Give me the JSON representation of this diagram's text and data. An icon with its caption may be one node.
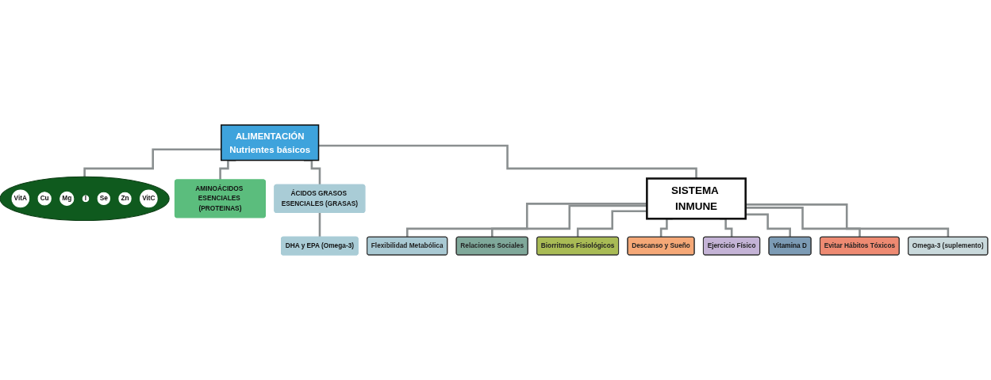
{
  "diagram": {
    "nodes": [
      {
        "text": [
          "ALIMENTACIÓN",
          "Nutrientes básicos"
        ]
      },
      {
        "text": [
          "AMINOÁCIDOS ESENCIALES (PROTEINAS)"
        ]
      },
      {
        "text": [
          "ÁCIDOS GRASOS ESENCIALES (GRASAS)"
        ]
      },
      {
        "text": [
          "DHA y EPA (Omega-3)"
        ]
      },
      {
        "text": [],
        "shape": "circle"
      },
      {
        "text": [
          "VitA"
        ],
        "in": 4
      },
      {
        "text": [
          "Cu"
        ],
        "in": 4
      },
      {
        "text": [
          "Mg"
        ],
        "in": 4
      },
      {
        "text": [
          "I"
        ],
        "in": 4
      },
      {
        "text": [
          "Se"
        ],
        "in": 4
      },
      {
        "text": [
          "Zn"
        ],
        "in": 4
      },
      {
        "text": [
          "VitC"
        ],
        "in": 4
      },
      {
        "text": [
          "SISTEMA INMUNE"
        ]
      },
      {
        "text": [
          "Flexibilidad Metabólica"
        ]
      },
      {
        "text": [
          "Relaciones Sociales"
        ]
      },
      {
        "text": [
          "Biorritmos Fisiológicos"
        ]
      },
      {
        "text": [
          "Descanso y Sueño"
        ]
      },
      {
        "text": [
          "Ejercicio Físico"
        ]
      },
      {
        "text": [
          "Vitamina D"
        ]
      },
      {
        "text": [
          "Evitar Hábitos Tóxicos"
        ]
      },
      {
        "text": [
          "Omega-3 (suplemento)"
        ]
      }
    ],
    "edges": [
      {
        "from": 0,
        "to": 1,
        "arrow": "none"
      },
      {
        "from": 0,
        "to": 2,
        "arrow": "none"
      },
      {
        "from": 2,
        "to": 3,
        "arrow": "none"
      },
      {
        "from": 0,
        "to": 4,
        "arrow": "none"
      },
      {
        "from": 0,
        "to": 12,
        "arrow": "none"
      },
      {
        "from": 12,
        "to": 13,
        "arrow": "none"
      },
      {
        "from": 12,
        "to": 14,
        "arrow": "none"
      },
      {
        "from": 12,
        "to": 15,
        "arrow": "none"
      },
      {
        "from": 12,
        "to": 16,
        "arrow": "none"
      },
      {
        "from": 12,
        "to": 17,
        "arrow": "none"
      },
      {
        "from": 12,
        "to": 18,
        "arrow": "none"
      },
      {
        "from": 12,
        "to": 19,
        "arrow": "none"
      },
      {
        "from": 12,
        "to": 20,
        "arrow": "none"
      }
    ]
  }
}
